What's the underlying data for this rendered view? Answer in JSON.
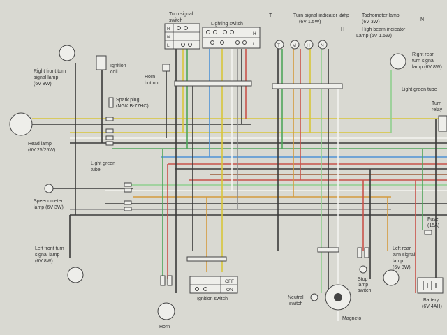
{
  "colors": {
    "background": "#d9d9d2",
    "wire_black": "#3a3a3a",
    "wire_yellow": "#d8c63a",
    "wire_blue": "#4f93d6",
    "wire_red": "#c8524a",
    "wire_green": "#4fa65a",
    "wire_orange": "#d49a3e",
    "wire_light_green": "#8fcf8f",
    "wire_white": "#f4f4f0",
    "wire_brown": "#9a5a3a",
    "wire_gray": "#8a8a8a"
  },
  "legend": {
    "t_key": "T",
    "t_desc": "Turn signal indicator lamp",
    "t_spec": "(6V 1.5W)",
    "m_key": "M",
    "m_desc": "Tachometer lamp",
    "m_spec": "(6V 3W)",
    "h_key": "H",
    "h_desc": "High beam indicator",
    "h_desc2": "Lamp (6V 1.5W)",
    "n_key": "N"
  },
  "turn_signal_switch": {
    "title1": "Turn signal",
    "title2": "switch",
    "rows": [
      "R",
      "N",
      "L"
    ]
  },
  "lighting_switch": {
    "title": "Lighting switch",
    "rows": [
      "H",
      "L"
    ]
  },
  "indicators": [
    "T",
    "M",
    "H",
    "N"
  ],
  "labels": {
    "rf_turn": [
      "Right front turn",
      "signal lamp",
      "(6V 8W)"
    ],
    "ignition_coil": [
      "Ignition",
      "coil"
    ],
    "horn_button": [
      "Horn",
      "button"
    ],
    "spark_plug": [
      "Spark plug",
      "(NGK B-77HC)"
    ],
    "head_lamp": [
      "Head lamp",
      "(6V 25/25W)"
    ],
    "light_green_tube_left": [
      "Light green",
      "tube"
    ],
    "speedometer": [
      "Speedometer",
      "lamp (6V 3W)"
    ],
    "lf_turn": [
      "Left front turn",
      "signal lamp",
      "(6V 8W)"
    ],
    "horn": "Horn",
    "ignition_switch": "Ignition switch",
    "ign_off": "OFF",
    "ign_on": "ON",
    "neutral": [
      "Neutral",
      "switch"
    ],
    "stop_lamp": [
      "Stop",
      "lamp",
      "switch"
    ],
    "magneto": "Magneto",
    "rr_turn": [
      "Right rear",
      "turn signal",
      "lamp (6V 8W)"
    ],
    "light_green_tube_right": "Light green tube",
    "turn_relay": [
      "Turn",
      "relay"
    ],
    "lr_turn": [
      "Left rear",
      "turn signal",
      "lamp",
      "(6V 8W)"
    ],
    "fuse": [
      "Fuse",
      "(15A)"
    ],
    "battery": [
      "Battery",
      "(6V 4AH)"
    ]
  }
}
